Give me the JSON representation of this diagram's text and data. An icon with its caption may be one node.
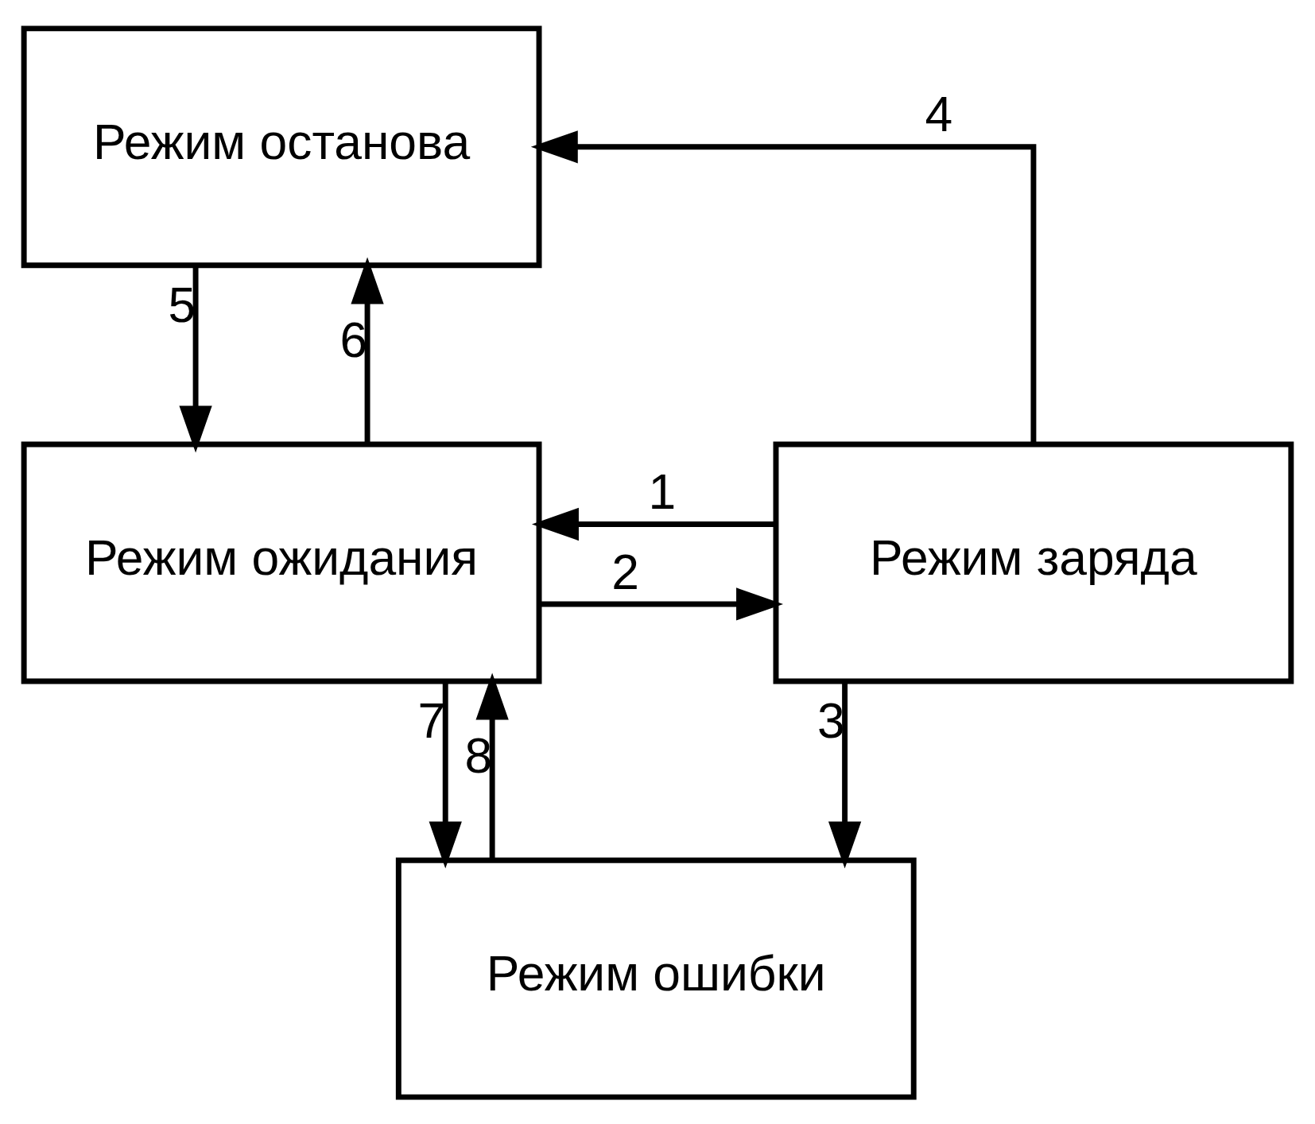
{
  "diagram": {
    "nodes": [
      {
        "text": [
          "Режим останова"
        ]
      },
      {
        "text": [
          "Режим заряда"
        ]
      },
      {
        "text": [
          "Режим ожидания"
        ]
      },
      {
        "text": [
          "Режим ошибки"
        ]
      }
    ],
    "edges": [
      {
        "from": 1,
        "to": 2,
        "arrow": "to",
        "label": "1"
      },
      {
        "from": 2,
        "to": 1,
        "arrow": "to",
        "label": "2"
      },
      {
        "from": 1,
        "to": 3,
        "arrow": "to",
        "label": "3"
      },
      {
        "from": 1,
        "to": 0,
        "arrow": "to",
        "label": "4"
      },
      {
        "from": 0,
        "to": 2,
        "arrow": "to",
        "label": "5"
      },
      {
        "from": 2,
        "to": 0,
        "arrow": "to",
        "label": "6"
      },
      {
        "from": 2,
        "to": 3,
        "arrow": "to",
        "label": "7"
      },
      {
        "from": 3,
        "to": 2,
        "arrow": "to",
        "label": "8"
      }
    ]
  }
}
